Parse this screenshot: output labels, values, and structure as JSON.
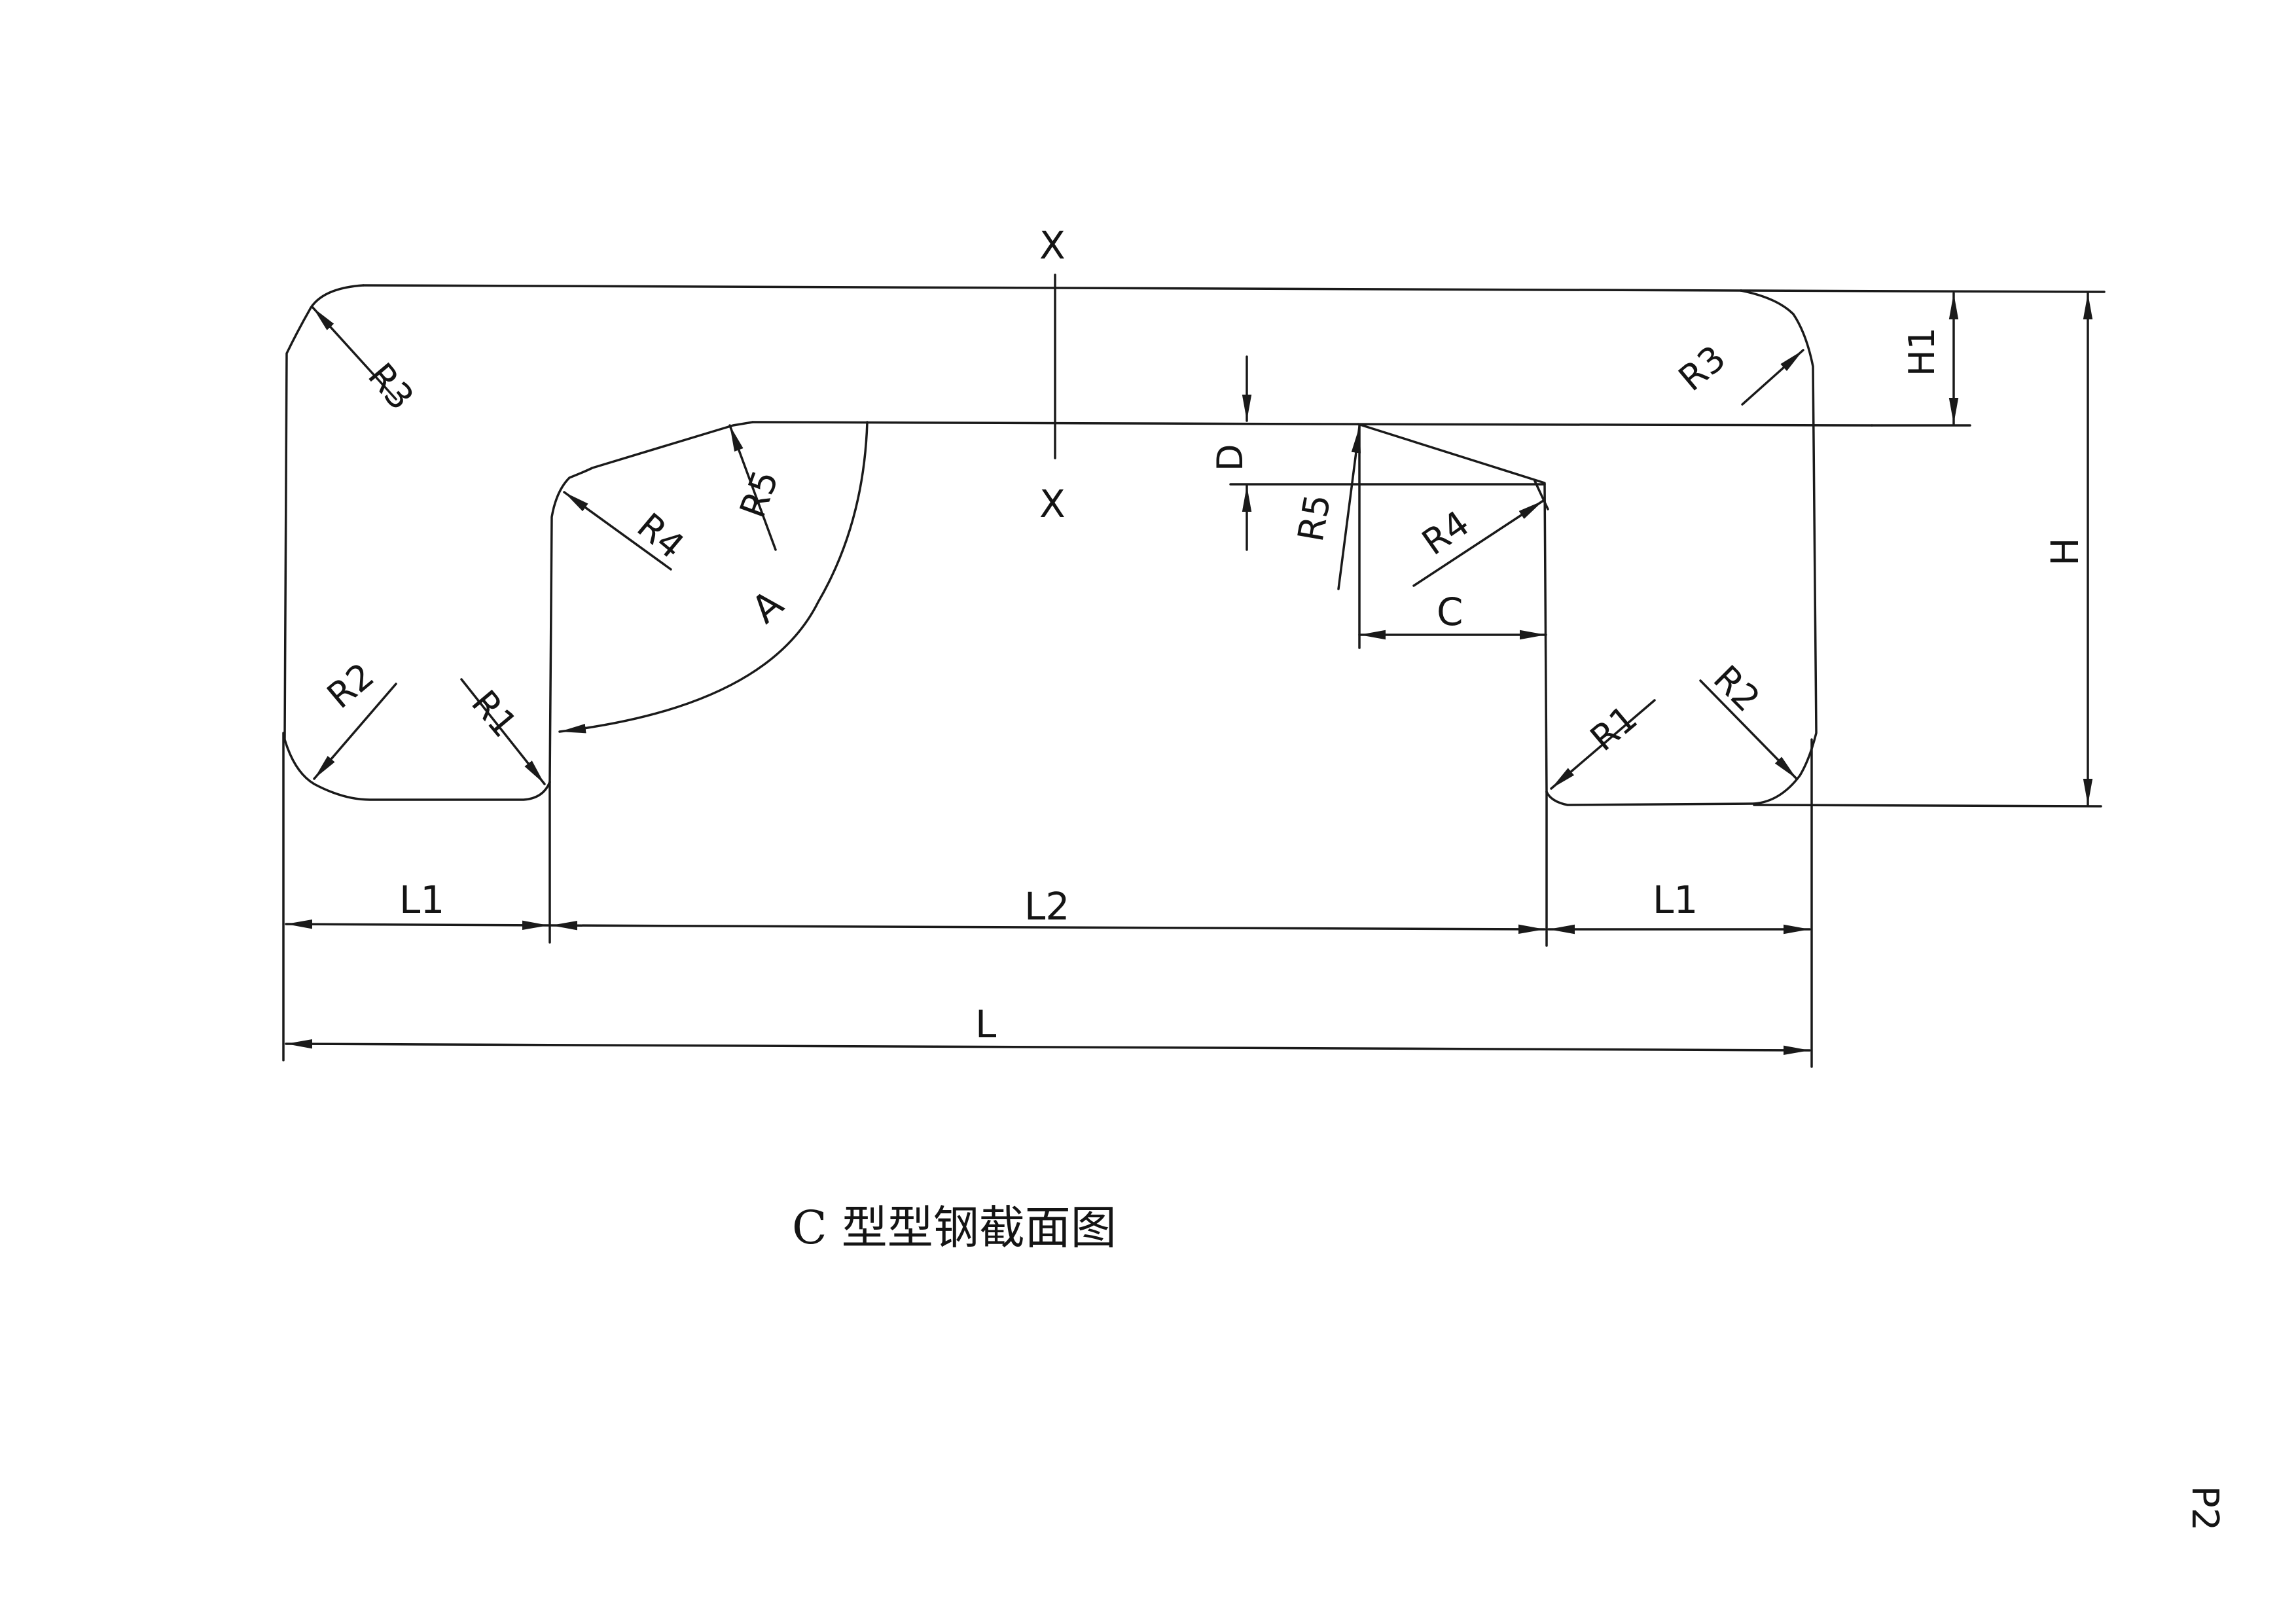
{
  "labels": {
    "x_top": "X",
    "x_bottom": "X",
    "r3_left": "R3",
    "r3_right": "R3",
    "r4_left": "R4",
    "r4_right": "R4",
    "r5_left": "R5",
    "r5_right": "R5",
    "a": "A",
    "r2_left": "R2",
    "r2_right": "R2",
    "r1_left": "R1",
    "r1_right": "R1",
    "d": "D",
    "c": "C",
    "h1": "H1",
    "h": "H",
    "l1_left": "L1",
    "l2": "L2",
    "l1_right": "L1",
    "l": "L"
  },
  "caption": "C 型型钢截面图",
  "page_mark": "P2"
}
